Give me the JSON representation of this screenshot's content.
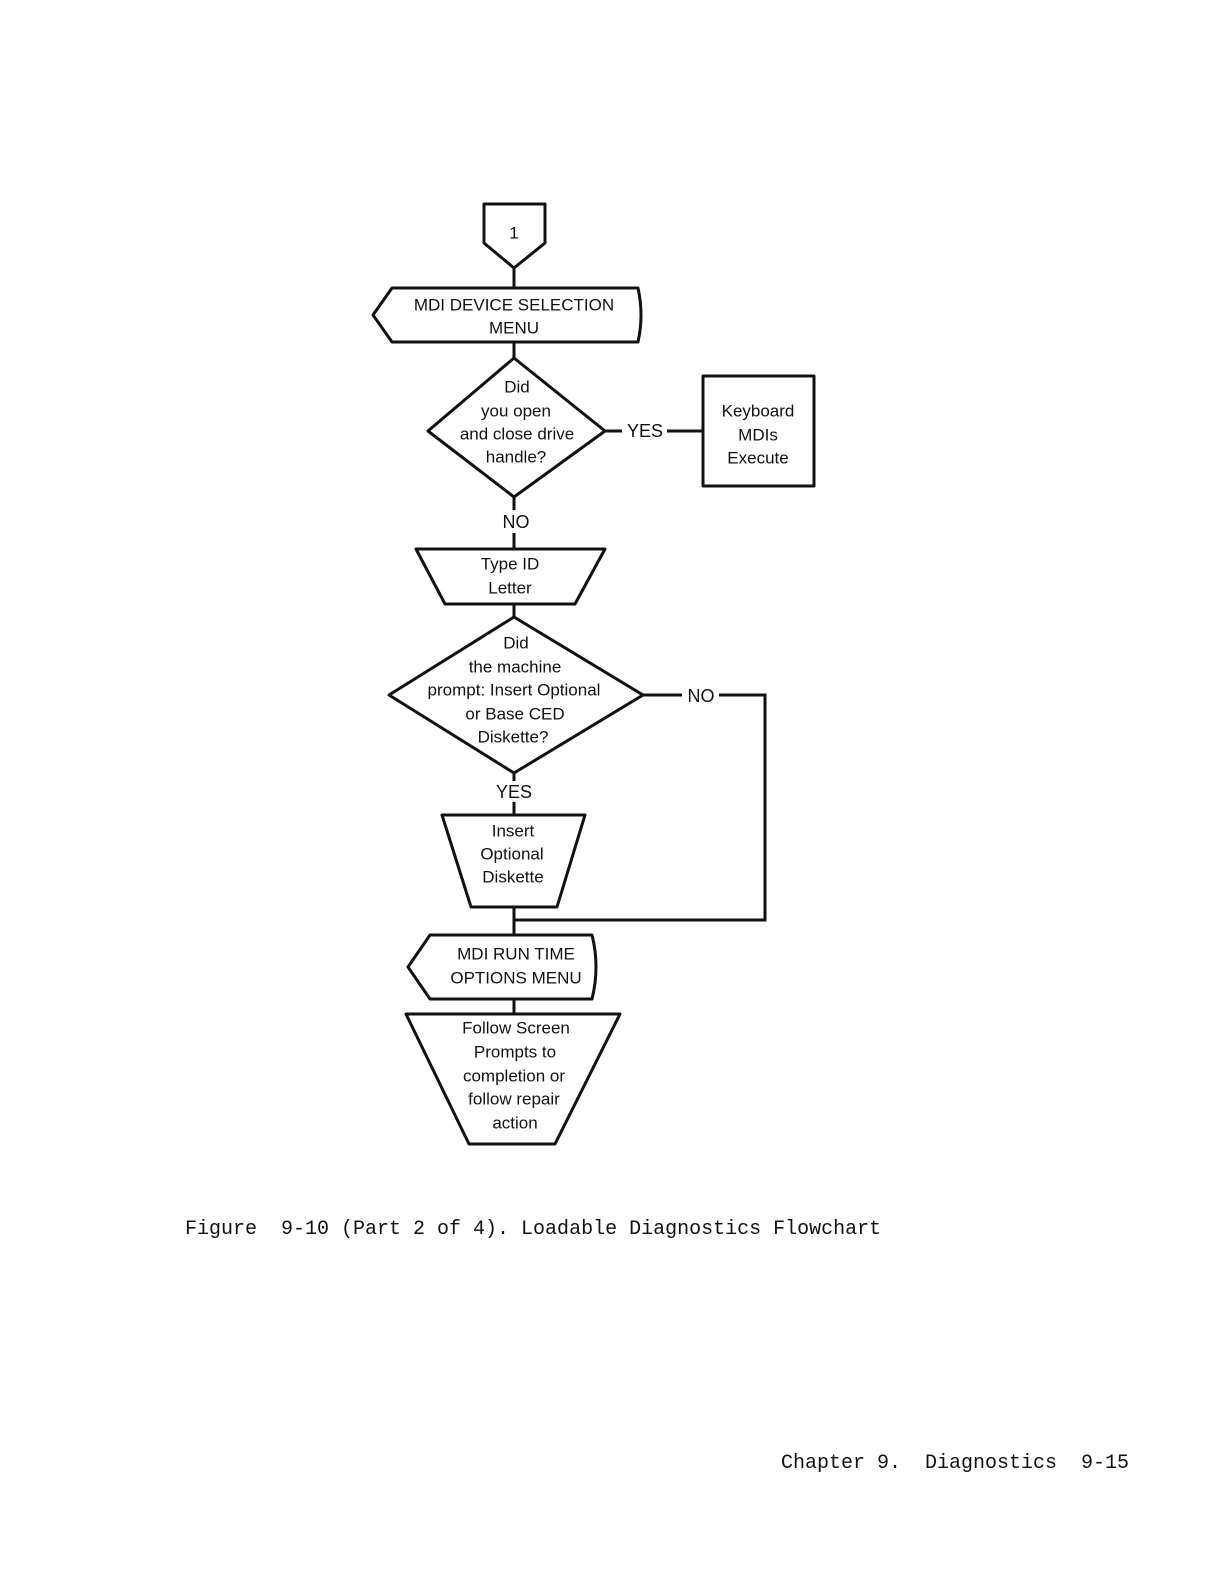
{
  "flowchart": {
    "connector": "1",
    "device_menu": [
      "MDI DEVICE SELECTION",
      "MENU"
    ],
    "decision_handle": [
      "Did",
      "you open",
      "and close drive",
      "handle?"
    ],
    "yes_label_1": "YES",
    "keyboard_box": [
      "Keyboard",
      "MDIs",
      "Execute"
    ],
    "no_label_1": "NO",
    "type_id": [
      "Type ID",
      "Letter"
    ],
    "decision_prompt": [
      "Did",
      "the machine",
      "prompt: Insert Optional",
      "or Base CED",
      "Diskette?"
    ],
    "no_label_2": "NO",
    "yes_label_2": "YES",
    "insert_diskette": [
      "Insert",
      "Optional",
      "Diskette"
    ],
    "run_time_menu": [
      "MDI RUN TIME",
      "OPTIONS MENU"
    ],
    "follow_prompts": [
      "Follow Screen",
      "Prompts to",
      "completion or",
      "follow repair",
      "action"
    ]
  },
  "caption": "Figure  9-10 (Part 2 of 4). Loadable Diagnostics Flowchart",
  "footer": "Chapter 9.  Diagnostics  9-15"
}
